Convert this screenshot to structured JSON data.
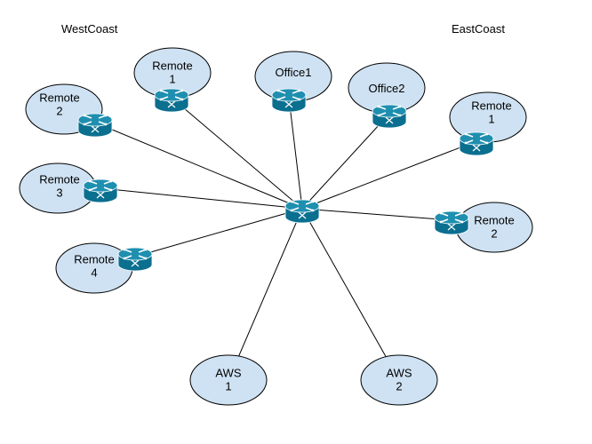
{
  "regions": {
    "west": "WestCoast",
    "east": "EastCoast"
  },
  "colors": {
    "node_fill": "#cfe2f3",
    "node_stroke": "#000000",
    "router_body": "#0b6f8f",
    "router_top": "#1f8fb0",
    "link": "#000000"
  },
  "hub": {
    "icon": "router-icon"
  },
  "sites": [
    {
      "id": "west-remote-1",
      "region": "west",
      "label": "Remote 1",
      "lines": [
        "Remote",
        "1"
      ],
      "icon": "router-icon"
    },
    {
      "id": "west-remote-2",
      "region": "west",
      "label": "Remote 2",
      "lines": [
        "Remote",
        "2"
      ],
      "icon": "router-icon"
    },
    {
      "id": "west-remote-3",
      "region": "west",
      "label": "Remote 3",
      "lines": [
        "Remote",
        "3"
      ],
      "icon": "router-icon"
    },
    {
      "id": "west-remote-4",
      "region": "west",
      "label": "Remote 4",
      "lines": [
        "Remote",
        "4"
      ],
      "icon": "router-icon"
    },
    {
      "id": "office1",
      "region": "",
      "label": "Office1",
      "lines": [
        "Office1"
      ],
      "icon": "router-icon"
    },
    {
      "id": "office2",
      "region": "",
      "label": "Office2",
      "lines": [
        "Office2"
      ],
      "icon": "router-icon"
    },
    {
      "id": "east-remote-1",
      "region": "east",
      "label": "Remote 1",
      "lines": [
        "Remote",
        "1"
      ],
      "icon": "router-icon"
    },
    {
      "id": "east-remote-2",
      "region": "east",
      "label": "Remote 2",
      "lines": [
        "Remote",
        "2"
      ],
      "icon": "router-icon"
    },
    {
      "id": "aws-1",
      "region": "",
      "label": "AWS 1",
      "lines": [
        "AWS",
        "1"
      ],
      "icon": ""
    },
    {
      "id": "aws-2",
      "region": "",
      "label": "AWS 2",
      "lines": [
        "AWS",
        "2"
      ],
      "icon": ""
    }
  ],
  "links": [
    [
      "hub",
      "west-remote-1"
    ],
    [
      "hub",
      "west-remote-2"
    ],
    [
      "hub",
      "west-remote-3"
    ],
    [
      "hub",
      "west-remote-4"
    ],
    [
      "hub",
      "office1"
    ],
    [
      "hub",
      "office2"
    ],
    [
      "hub",
      "east-remote-1"
    ],
    [
      "hub",
      "east-remote-2"
    ],
    [
      "hub",
      "aws-1"
    ],
    [
      "hub",
      "aws-2"
    ]
  ]
}
